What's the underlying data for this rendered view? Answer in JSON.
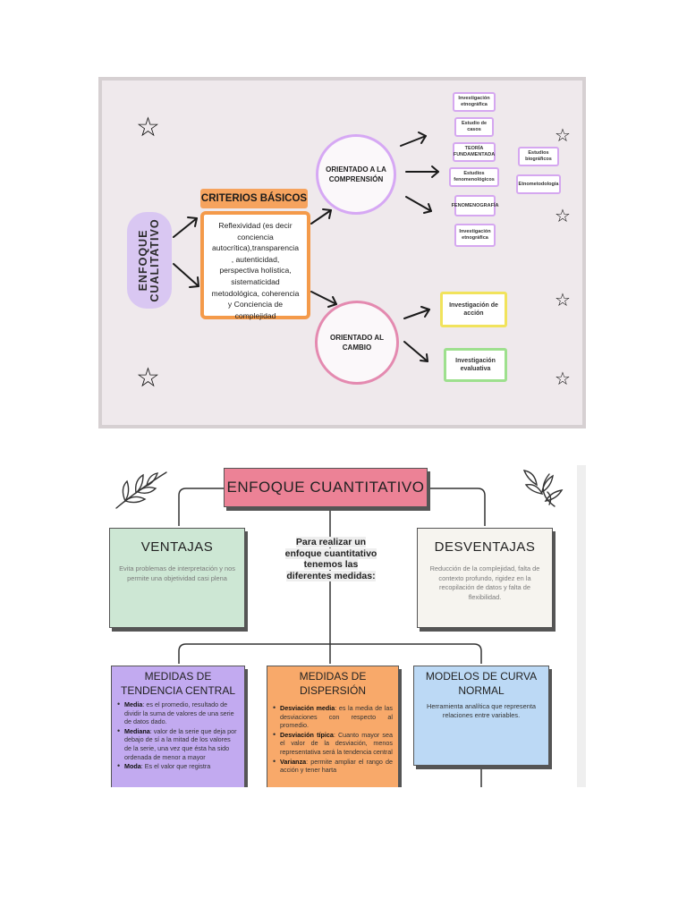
{
  "colors": {
    "panel1_bg": "#efe9ec",
    "lavender": "#d9c7f2",
    "orange": "#f49a4a",
    "pink_circle": "#e48ab0",
    "purple_circle": "#d6a8f4",
    "yellow": "#f1e35c",
    "green": "#9ee08e",
    "title_red": "#ec8296",
    "mint": "#cde7d4",
    "lilac": "#c2aaf0",
    "peach": "#f8a96a",
    "sky": "#bcd9f5"
  },
  "qualitative": {
    "title": "ENFOQUE CUALITATIVO",
    "criteria_label": "CRITERIOS BÁSICOS",
    "criteria_text": "Reflexividad (es decir conciencia autocrítica),transparencia , autenticidad, perspectiva holística, sistematicidad metodológica, coherencia y Conciencia de complejidad",
    "comprehension": "ORIENTADO A LA COMPRENSIÓN",
    "change": "ORIENTADO AL CAMBIO",
    "comprehension_items": [
      "Investigación etnográfica",
      "Estudio de casos",
      "TEORÍA FUNDAMENTADA",
      "Estudios fenomenológicos",
      "FENOMENOGRAFÍA",
      "Investigación etnográfica"
    ],
    "extra_items": [
      "Estudios biográficos",
      "Etnometodología"
    ],
    "change_items": [
      "Investigación de acción",
      "Investigación evaluativa"
    ],
    "star_icon": "star-icon"
  },
  "quantitative": {
    "title": "ENFOQUE CUANTITATIVO",
    "center_text": "Para realizar un enfoque cuantitativo tenemos las diferentes medidas:",
    "advantages": {
      "title": "VENTAJAS",
      "text": "Evita problemas de interpretación y nos permite una objetividad casi plena"
    },
    "disadvantages": {
      "title": "DESVENTAJAS",
      "text": "Reducción de la complejidad, falta de contexto profundo, rigidez en la recopilación de datos y falta de flexibilidad."
    },
    "central_tendency": {
      "title": "MEDIDAS DE TENDENCIA CENTRAL",
      "items": [
        {
          "term": "Media",
          "text": ": es el promedio, resultado de dividir la suma de valores de una serie de datos dado."
        },
        {
          "term": "Mediana",
          "text": ": valor de la serie que deja por debajo de sí a la mitad de los valores de la serie, una vez que ésta ha sido ordenada de menor a mayor"
        },
        {
          "term": "Moda",
          "text": ": Es el valor que registra"
        }
      ]
    },
    "dispersion": {
      "title": "MEDIDAS DE DISPERSIÓN",
      "items": [
        {
          "term": "Desviación media",
          "text": ": es la media de las desviaciones con respecto al promedio."
        },
        {
          "term": "Desviación típica",
          "text": ": Cuanto mayor sea el valor de la desviación, menos representativa será la tendencia central"
        },
        {
          "term": "Varianza",
          "text": ": permite ampliar el rango de acción y tener harta"
        }
      ]
    },
    "normal_curve": {
      "title": "MODELOS DE CURVA NORMAL",
      "text": "Herramienta analítica que representa relaciones entre variables."
    },
    "leaf_icon": "leaf-branch-icon"
  }
}
